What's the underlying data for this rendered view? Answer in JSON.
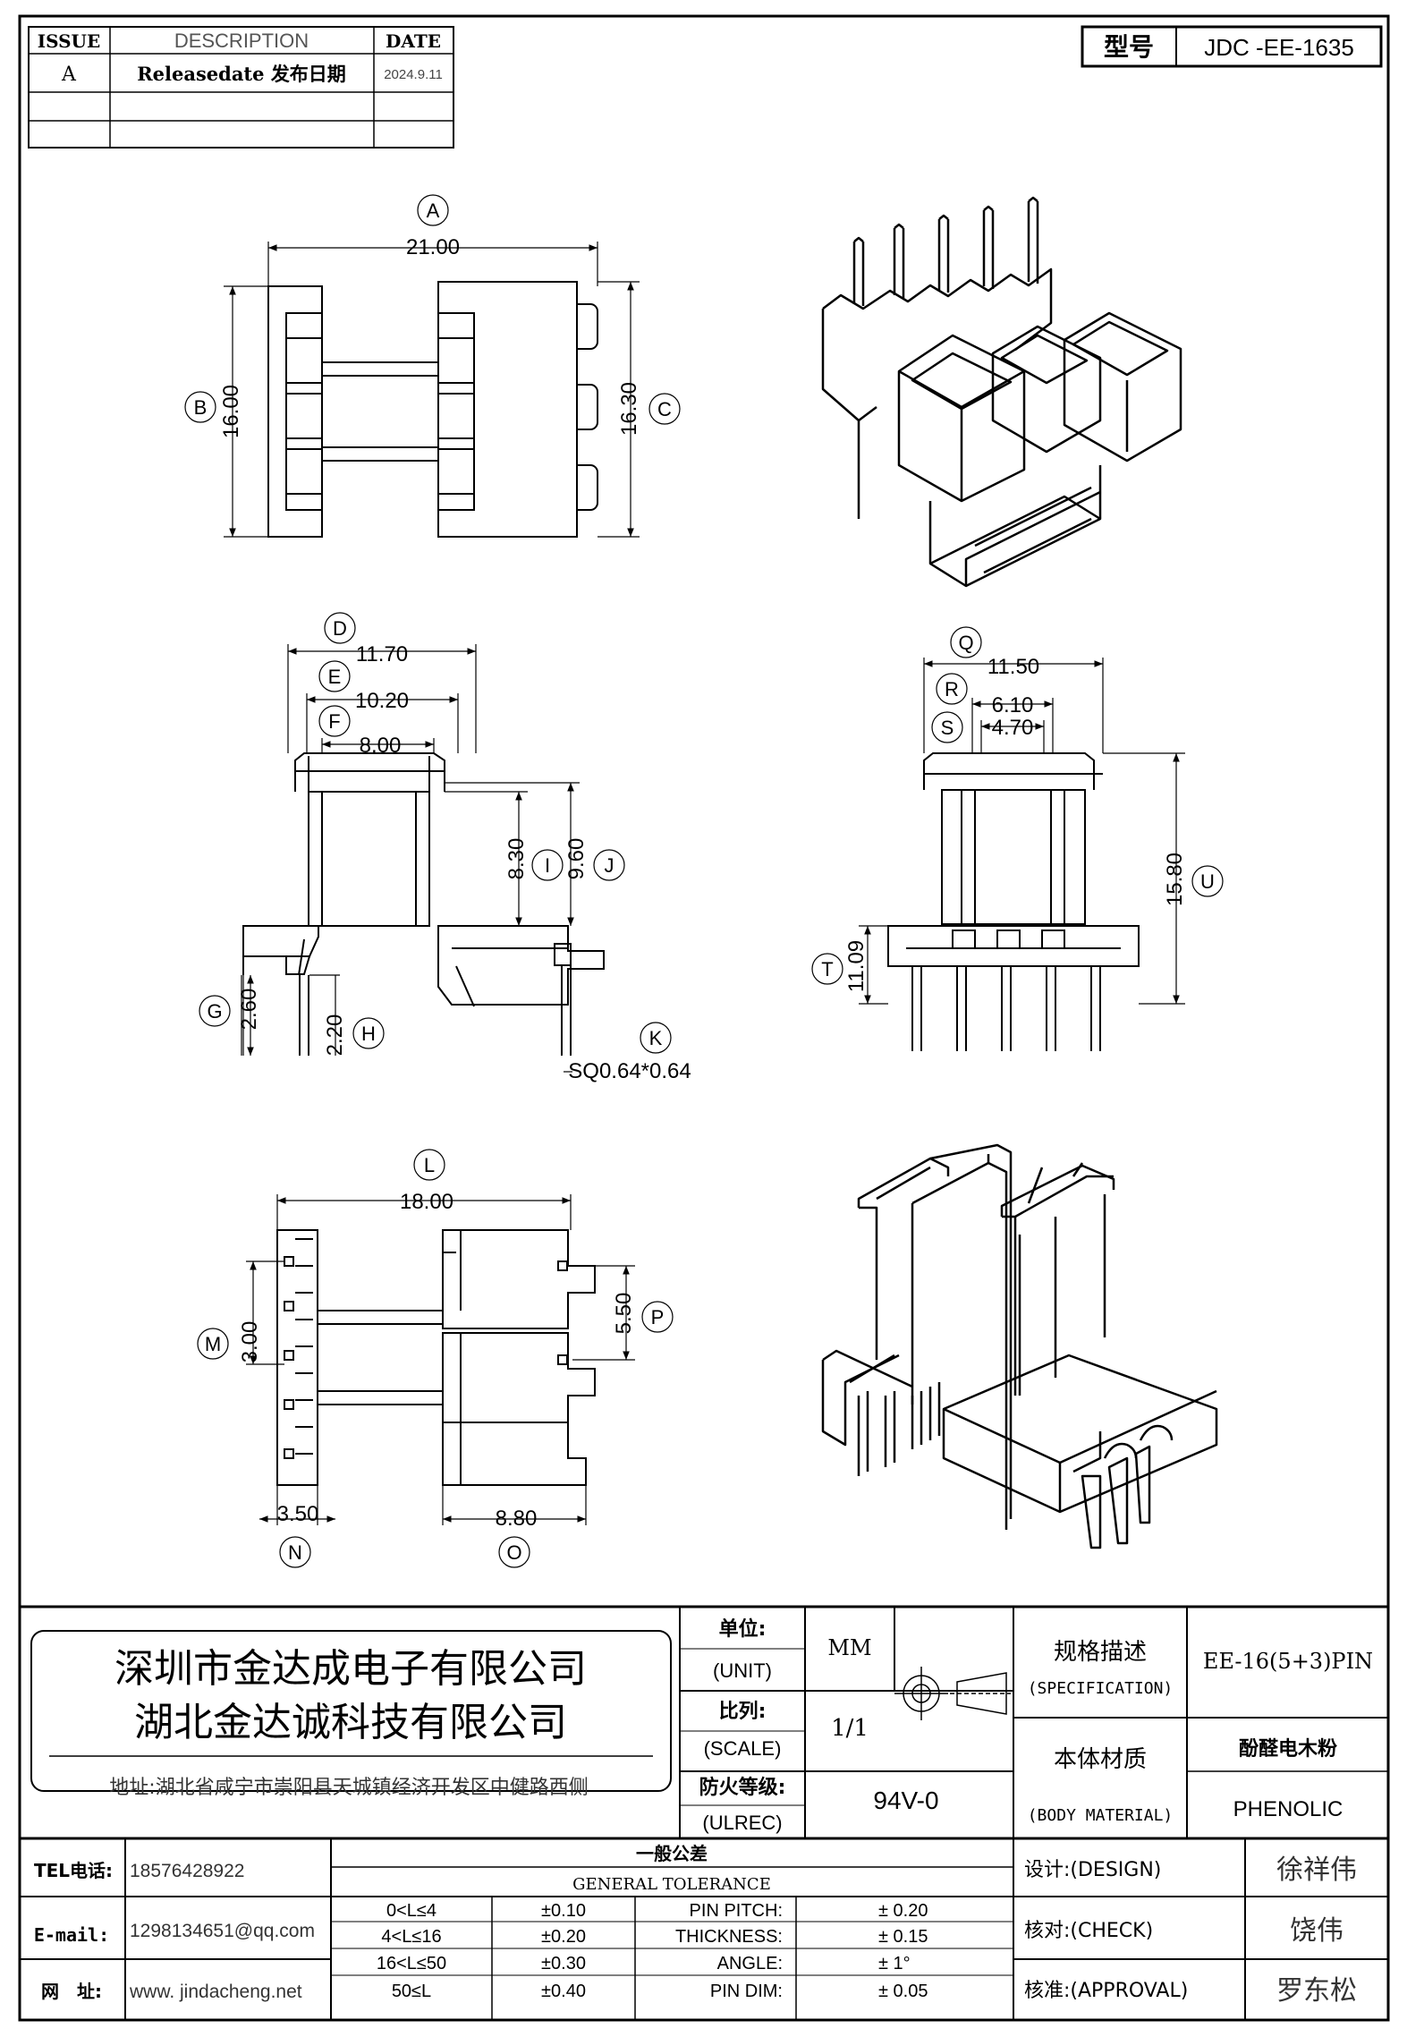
{
  "revision_table": {
    "headers": [
      "ISSUE",
      "DESCRIPTION",
      "DATE"
    ],
    "rows": [
      {
        "issue": "A",
        "description": "Releasedate 发布日期",
        "date": "2024.9.11"
      }
    ]
  },
  "model": {
    "label": "型号",
    "value": "JDC -EE-1635"
  },
  "dimensions": {
    "A": "21.00",
    "B": "16.00",
    "C": "16.30",
    "D": "11.70",
    "E": "10.20",
    "F": "8.00",
    "G": "2.60",
    "H": "2.20",
    "I": "8.30",
    "J": "9.60",
    "K": "SQ0.64*0.64",
    "L": "18.00",
    "M": "3.00",
    "N": "3.50",
    "O": "8.80",
    "P": "5.50",
    "Q": "11.50",
    "R": "6.10",
    "S": "4.70",
    "T": "11.09",
    "U": "15.80"
  },
  "title_block": {
    "company_1": "深圳市金达成电子有限公司",
    "company_2": "湖北金达诚科技有限公司",
    "address": "地址:湖北省咸宁市崇阳县天城镇经济开发区中健路西侧",
    "unit_label": "单位:",
    "unit_label_en": "(UNIT)",
    "unit_value": "MM",
    "scale_label": "比列:",
    "scale_label_en": "(SCALE)",
    "scale_value": "1/1",
    "fire_label": "防火等级:",
    "fire_label_en": "(ULREC)",
    "fire_value": "94V-0",
    "spec_label": "规格描述",
    "spec_label_en": "(SPECIFICATION)",
    "spec_value": "EE-16(5+3)PIN",
    "material_label": "本体材质",
    "material_label_en": "(BODY MATERIAL)",
    "material_value_cn": "酚醛电木粉",
    "material_value_en": "PHENOLIC",
    "tel_label": "TEL电话:",
    "tel_value": "18576428922",
    "email_label": "E-mail:",
    "email_value": "1298134651@qq.com",
    "web_label": "网　址:",
    "web_value": "www. jindacheng.net",
    "tol_title_cn": "一般公差",
    "tol_title_en": "GENERAL TOLERANCE",
    "tolerances": [
      {
        "range": "0<L≤4",
        "value": "±0.10"
      },
      {
        "range": "4<L≤16",
        "value": "±0.20"
      },
      {
        "range": "16<L≤50",
        "value": "±0.30"
      },
      {
        "range": "50≤L",
        "value": "±0.40"
      }
    ],
    "pin_tolerances": [
      {
        "label": "PIN PITCH:",
        "value": "±  0.20"
      },
      {
        "label": "THICKNESS:",
        "value": "±  0.15"
      },
      {
        "label": "ANGLE:",
        "value": "±  1°"
      },
      {
        "label": "PIN DIM:",
        "value": "±  0.05"
      }
    ],
    "design_label": "设计:(DESIGN)",
    "design_value": "徐祥伟",
    "check_label": "核对:(CHECK)",
    "check_value": "饶伟",
    "approval_label": "核准:(APPROVAL)",
    "approval_value": "罗东松"
  }
}
